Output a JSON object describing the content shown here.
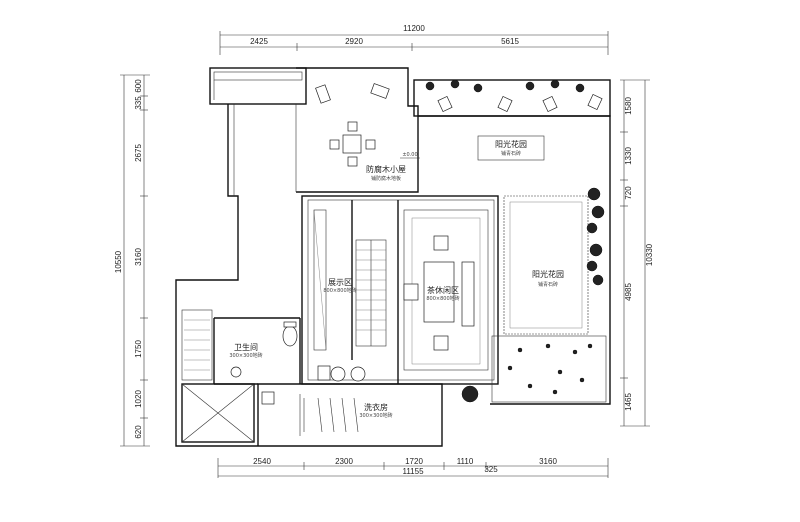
{
  "dimensions": {
    "top_total": "11200",
    "top_segments": [
      "2425",
      "2920",
      "5615"
    ],
    "bottom_total": "11155",
    "bottom_extra": "325",
    "bottom_segments": [
      "2540",
      "2300",
      "1720",
      "1110",
      "3160"
    ],
    "left_total": "10550",
    "left_segments": [
      "600",
      "335",
      "2675",
      "3160",
      "1750",
      "1020",
      "620"
    ],
    "right_total": "10330",
    "right_segments": [
      "1580",
      "1330",
      "720",
      "4985",
      "1465"
    ]
  },
  "rooms": {
    "wood_hut": {
      "name": "防腐木小屋",
      "floor": "铺防腐木地板"
    },
    "sun_garden_top": {
      "name": "阳光花园",
      "floor": "铺青石砖"
    },
    "sun_garden_right": {
      "name": "阳光花园",
      "floor": "铺青石砖"
    },
    "display": {
      "name": "展示区",
      "floor": "800×800地砖"
    },
    "tea_room": {
      "name": "茶休闲区",
      "floor": "800×800地砖"
    },
    "bathroom": {
      "name": "卫生间",
      "floor": "300×300地砖"
    },
    "laundry": {
      "name": "洗衣房",
      "floor": "300×300地砖"
    }
  },
  "annotations": {
    "level_mark": "±0.00"
  }
}
